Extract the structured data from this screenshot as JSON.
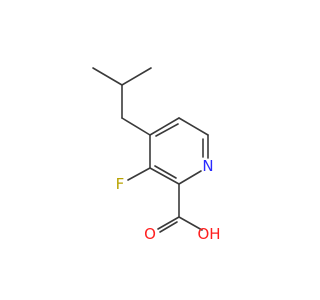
{
  "atoms": {
    "nitrogen": {
      "label": "N",
      "color": "#2b2bff"
    },
    "fluorine": {
      "label": "F",
      "color": "#b8a300"
    },
    "oxygen_carbonyl": {
      "label": "O",
      "color": "#ff1f1f"
    },
    "oxygen_hydroxyl": {
      "label": "OH",
      "color": "#ff1f1f"
    }
  },
  "colors": {
    "bond": "#3a3a3a",
    "background": "#ffffff"
  }
}
